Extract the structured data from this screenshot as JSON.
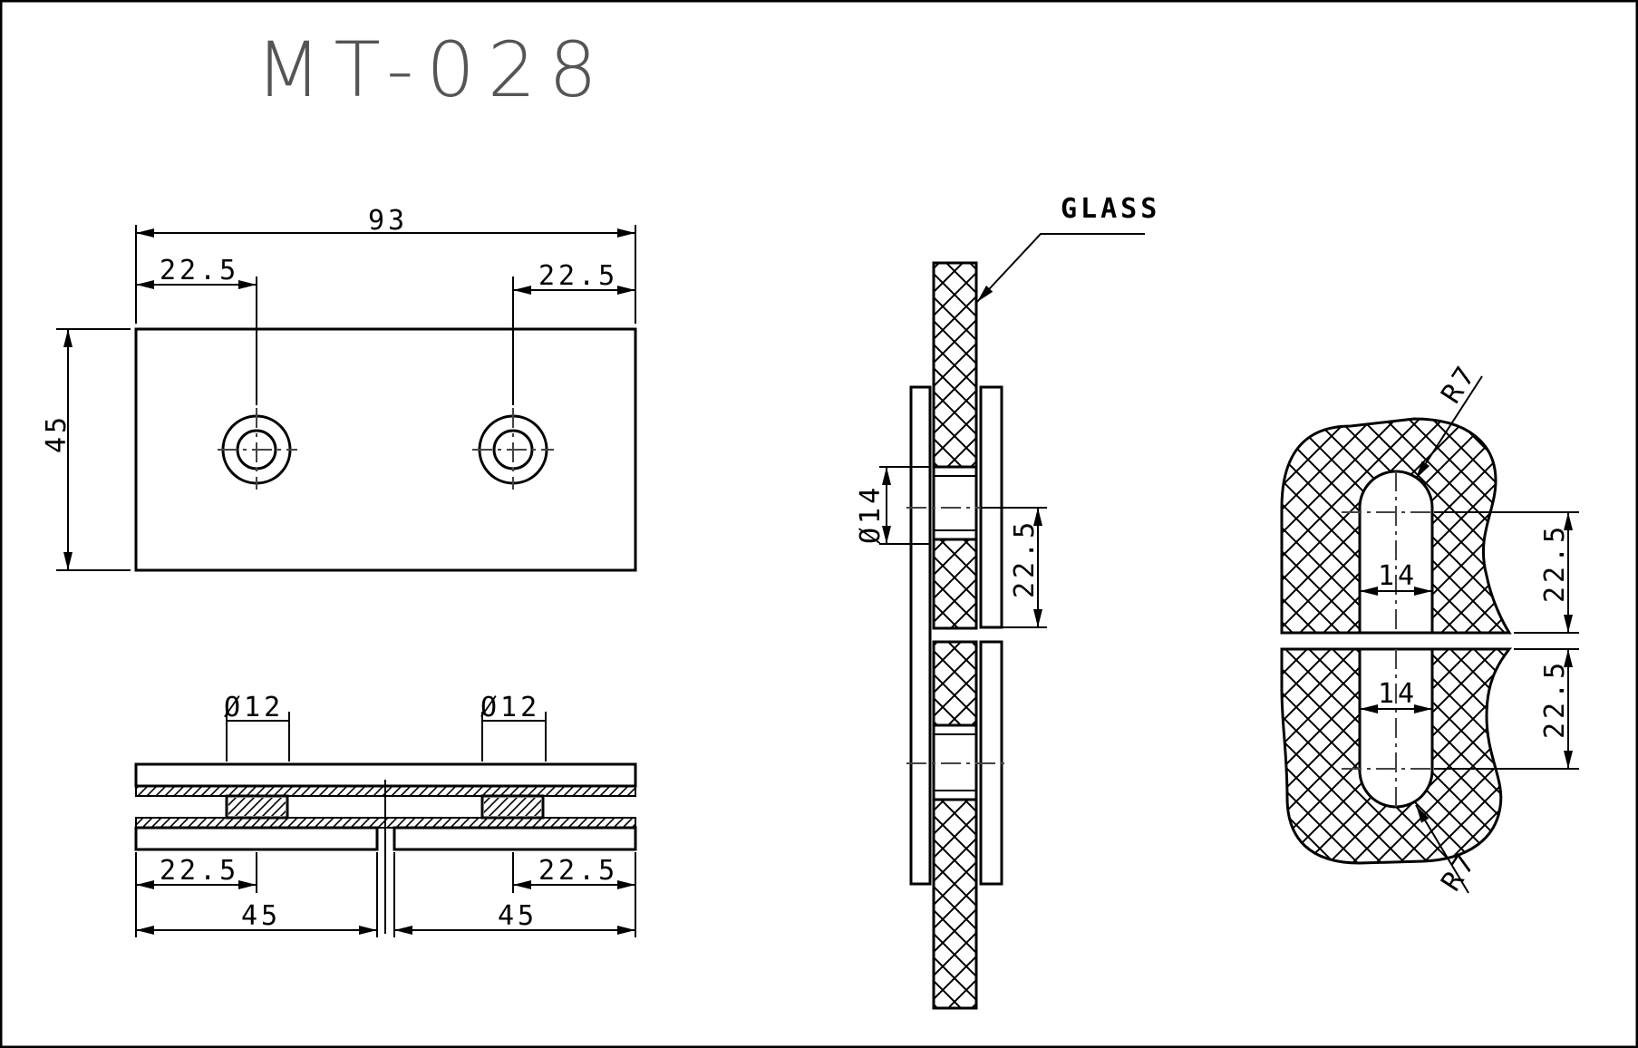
{
  "drawing": {
    "title": "MT-028",
    "front_view": {
      "overall_width": "93",
      "left_hole_offset": "22.5",
      "right_hole_offset": "22.5",
      "height": "45"
    },
    "bottom_view": {
      "left_hole_dia": "Ø12",
      "right_hole_dia": "Ø12",
      "left_hole_offset": "22.5",
      "right_hole_offset": "22.5",
      "left_half_width": "45",
      "right_half_width": "45"
    },
    "side_view": {
      "glass_label": "GLASS",
      "hole_dia": "Ø14",
      "hole_offset": "22.5"
    },
    "glass_cutout": {
      "radius_top": "R7",
      "radius_bottom": "R7",
      "slot_width_top": "14",
      "slot_width_bottom": "14",
      "depth_top": "22.5",
      "depth_bottom": "22.5"
    }
  }
}
